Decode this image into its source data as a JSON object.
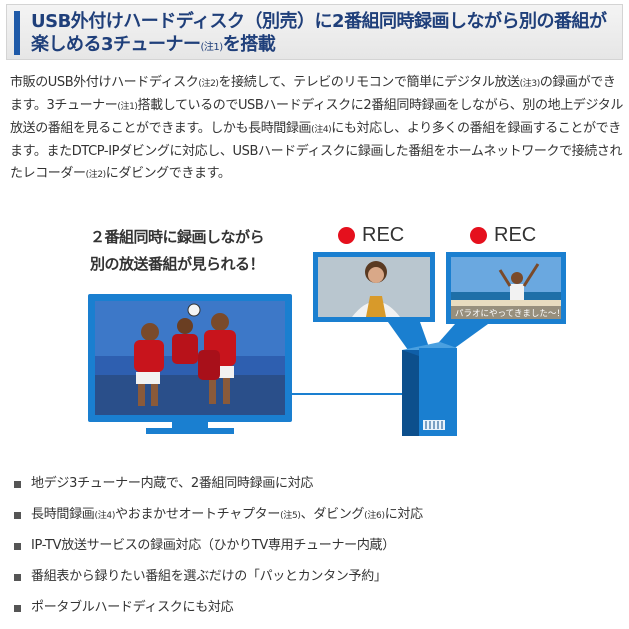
{
  "heading": {
    "line1": "USB外付けハードディスク（別売）に2番組同時録画しながら別の番組が",
    "line2_main": "楽しめる3チューナー",
    "line2_note": "(注1)",
    "line2_end": "を搭載",
    "accent_color": "#1f5aa8"
  },
  "intro": {
    "s1": "市販のUSB外付けハードディスク",
    "n1": "(注2)",
    "s2": "を接続して、テレビのリモコンで簡単にデジタル放送",
    "n2": "(注3)",
    "s3": "の録画ができます。3チューナー",
    "n3": "(注1)",
    "s4": "搭載しているのでUSBハードディスクに2番組同時録画をしながら、別の地上デジタル放送の番組を見ることができます。しかも長時間録画",
    "n4": "(注4)",
    "s5": "にも対応し、より多くの番組を録画することができます。またDTCP-IPダビングに対応し、USBハードディスクに録画した番組をホームネットワークで接続されたレコーダー",
    "n5": "(注2)",
    "s6": "にダビングできます。"
  },
  "figure": {
    "caption_line1": "２番組同時に録画しながら",
    "caption_line2": "別の放送番組が見られる！",
    "rec1": "REC",
    "rec2": "REC",
    "tv_subtitle": "パラオにやってきました～！",
    "rec_color": "#e5101d",
    "device_color": "#1a7fd0"
  },
  "features": [
    {
      "a": "地デジ3チューナー内蔵で、2番組同時録画に対応"
    },
    {
      "a": "長時間録画",
      "n1": "(注4)",
      "b": "やおまかせオートチャプター",
      "n2": "(注5)",
      "c": "、ダビング",
      "n3": "(注6)",
      "d": "に対応"
    },
    {
      "a": "IP-TV放送サービスの録画対応（ひかりTV専用チューナー内蔵）"
    },
    {
      "a": "番組表から録りたい番組を選ぶだけの「パッとカンタン予約」"
    },
    {
      "a": "ポータブルハードディスクにも対応"
    }
  ]
}
